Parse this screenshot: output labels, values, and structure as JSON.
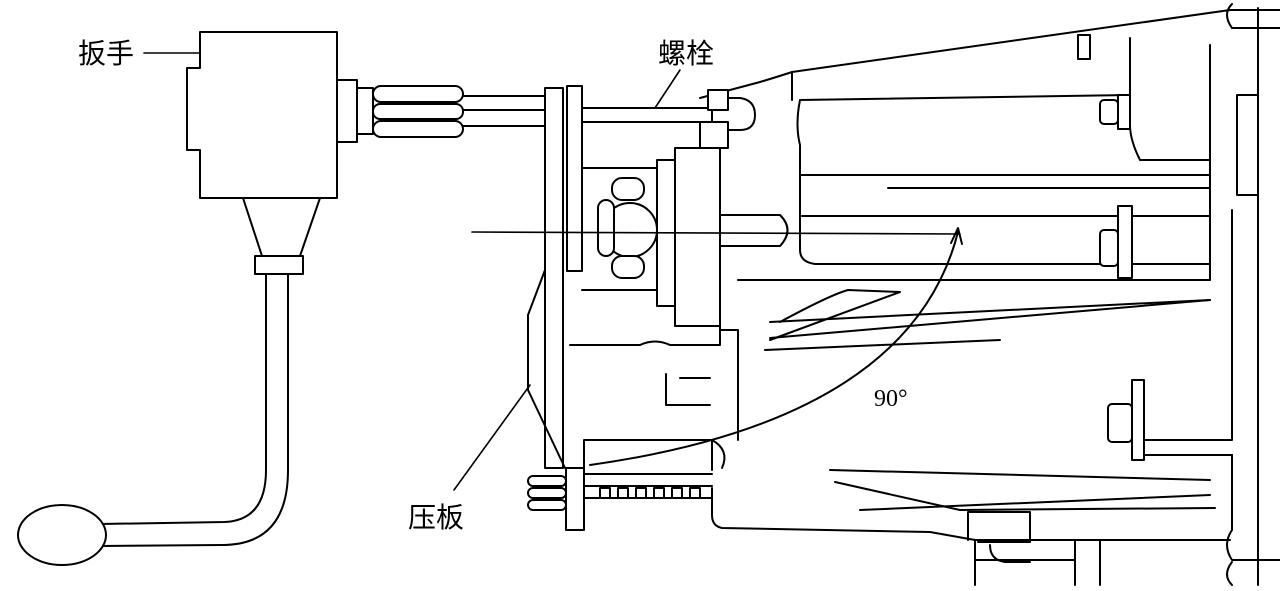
{
  "labels": {
    "wrench": "扳手",
    "bolt": "螺栓",
    "pressure_plate": "压板",
    "angle": "90°"
  }
}
